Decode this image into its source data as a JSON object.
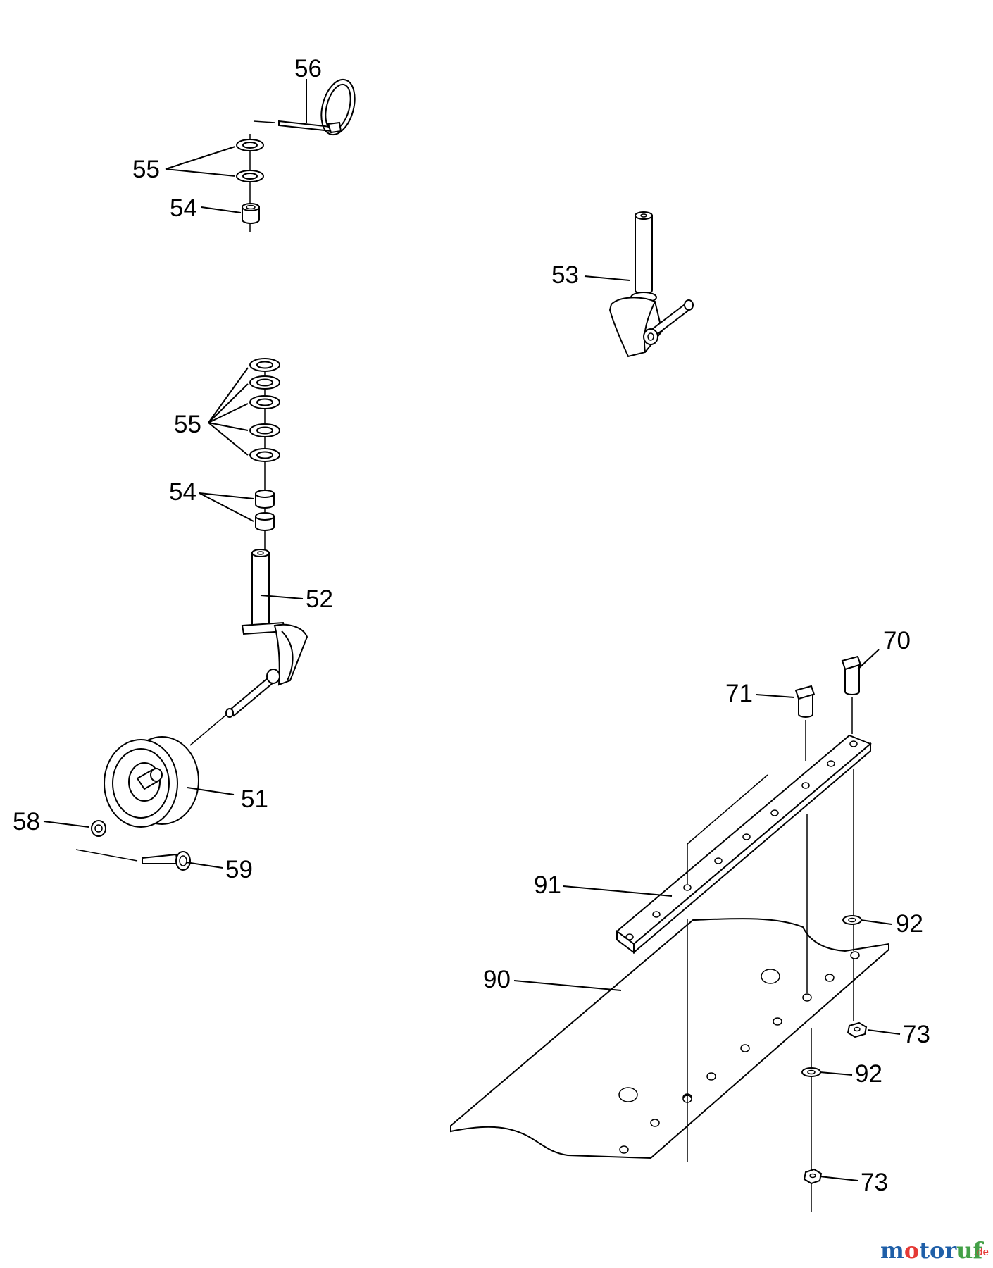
{
  "callouts": {
    "c56": "56",
    "c55a": "55",
    "c54a": "54",
    "c53": "53",
    "c55b": "55",
    "c54b": "54",
    "c52": "52",
    "c51": "51",
    "c58": "58",
    "c59": "59",
    "c70": "70",
    "c71": "71",
    "c91": "91",
    "c92a": "92",
    "c90": "90",
    "c73a": "73",
    "c92b": "92",
    "c73b": "73"
  },
  "watermark": {
    "brand_prefix": "m",
    "brand_o1": "o",
    "brand_tor": "tor",
    "brand_uf": "uf",
    "suffix": ".de",
    "colors": {
      "m": "#1f5fa8",
      "o1": "#e53935",
      "tor": "#1f5fa8",
      "uf": "#43a047",
      "suffix": "#e53935"
    }
  }
}
